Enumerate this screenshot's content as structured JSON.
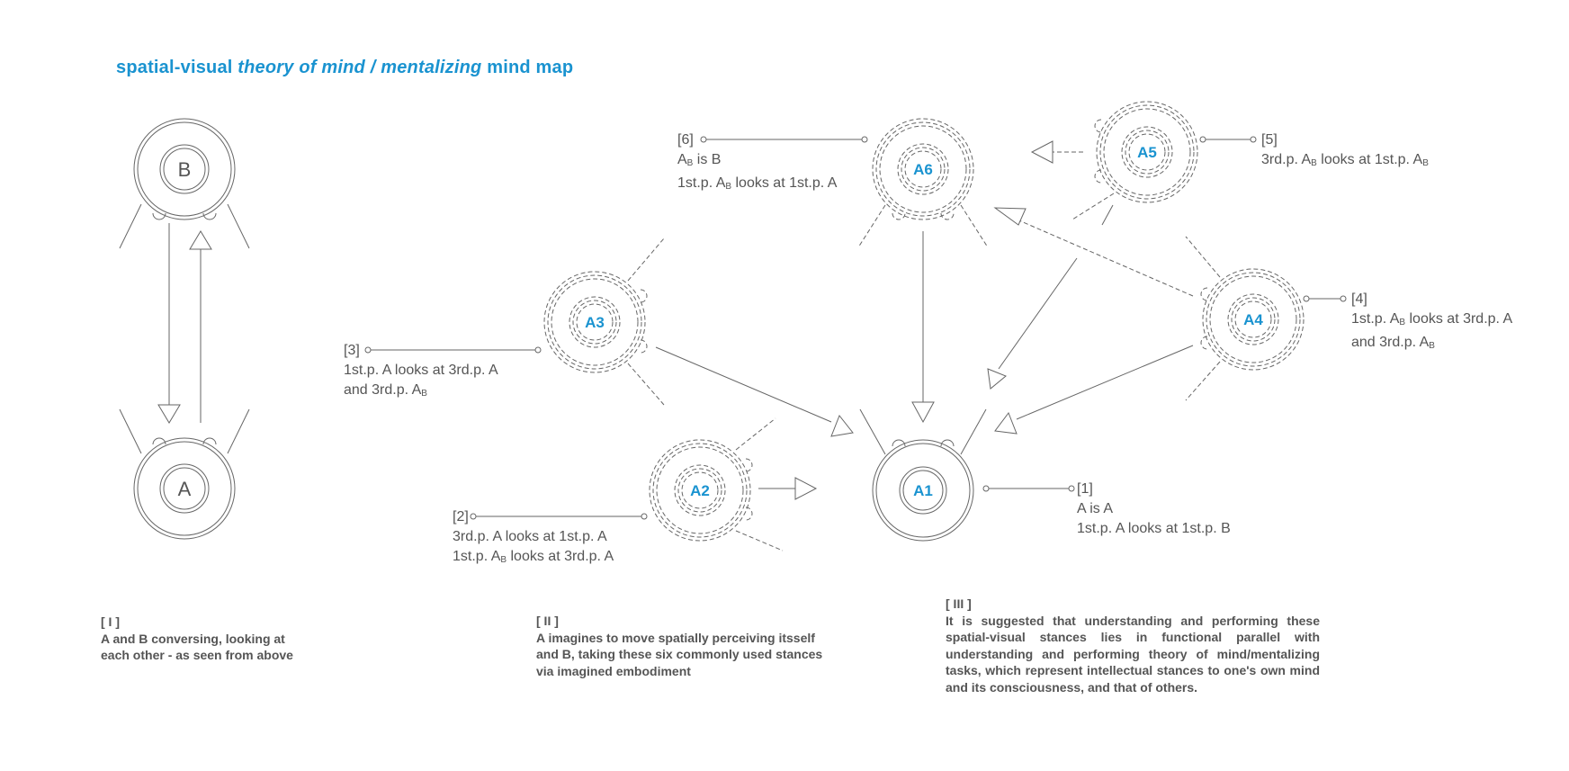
{
  "title": {
    "part1": "spatial-visual ",
    "part2": "theory of mind",
    "part3": " / ",
    "part4": "mentalizing",
    "part5": " mind map"
  },
  "colors": {
    "accent": "#1a93d0",
    "line": "#666666",
    "text": "#555555"
  },
  "nodes": {
    "B": "B",
    "A": "A",
    "A1": "A1",
    "A2": "A2",
    "A3": "A3",
    "A4": "A4",
    "A5": "A5",
    "A6": "A6"
  },
  "annotations": {
    "n1": {
      "num": "[1]",
      "l1": "A is A",
      "l2": "1st.p. A looks at 1st.p. B"
    },
    "n2": {
      "num": "[2]",
      "l1": "3rd.p. A looks at 1st.p. A",
      "l2a": "1st.p. A",
      "l2sub": "B",
      "l2b": " looks at 3rd.p. A"
    },
    "n3": {
      "num": "[3]",
      "l1": "1st.p. A looks at 3rd.p. A",
      "l2a": "and 3rd.p. A",
      "l2sub": "B"
    },
    "n4": {
      "num": "[4]",
      "l1a": "1st.p. A",
      "l1sub": "B",
      "l1b": " looks at 3rd.p. A",
      "l2a": "and 3rd.p. A",
      "l2sub": "B"
    },
    "n5": {
      "num": "[5]",
      "l1a": "3rd.p. A",
      "l1sub": "B",
      "l1b": " looks at 1st.p. A",
      "l1sub2": "B"
    },
    "n6": {
      "num": "[6]",
      "l1a": "A",
      "l1sub": "B",
      "l1b": " is B",
      "l2a": "1st.p. A",
      "l2sub": "B",
      "l2b": " looks at 1st.p. A"
    }
  },
  "captions": {
    "c1": {
      "num": "[ I ]",
      "text": "A and B conversing, looking at each other - as seen from above"
    },
    "c2": {
      "num": "[ II ]",
      "text": "A imagines to move spatially perceiving itsself and B, taking these six commonly used stances via imagined embodiment"
    },
    "c3": {
      "num": "[ III ]",
      "text": "It is suggested that understanding and performing these spatial-visual stances lies in functional parallel with understanding and performing theory of mind/mentalizing tasks, which represent intellectual stances to one's own mind and its consciousness, and that of others."
    }
  }
}
